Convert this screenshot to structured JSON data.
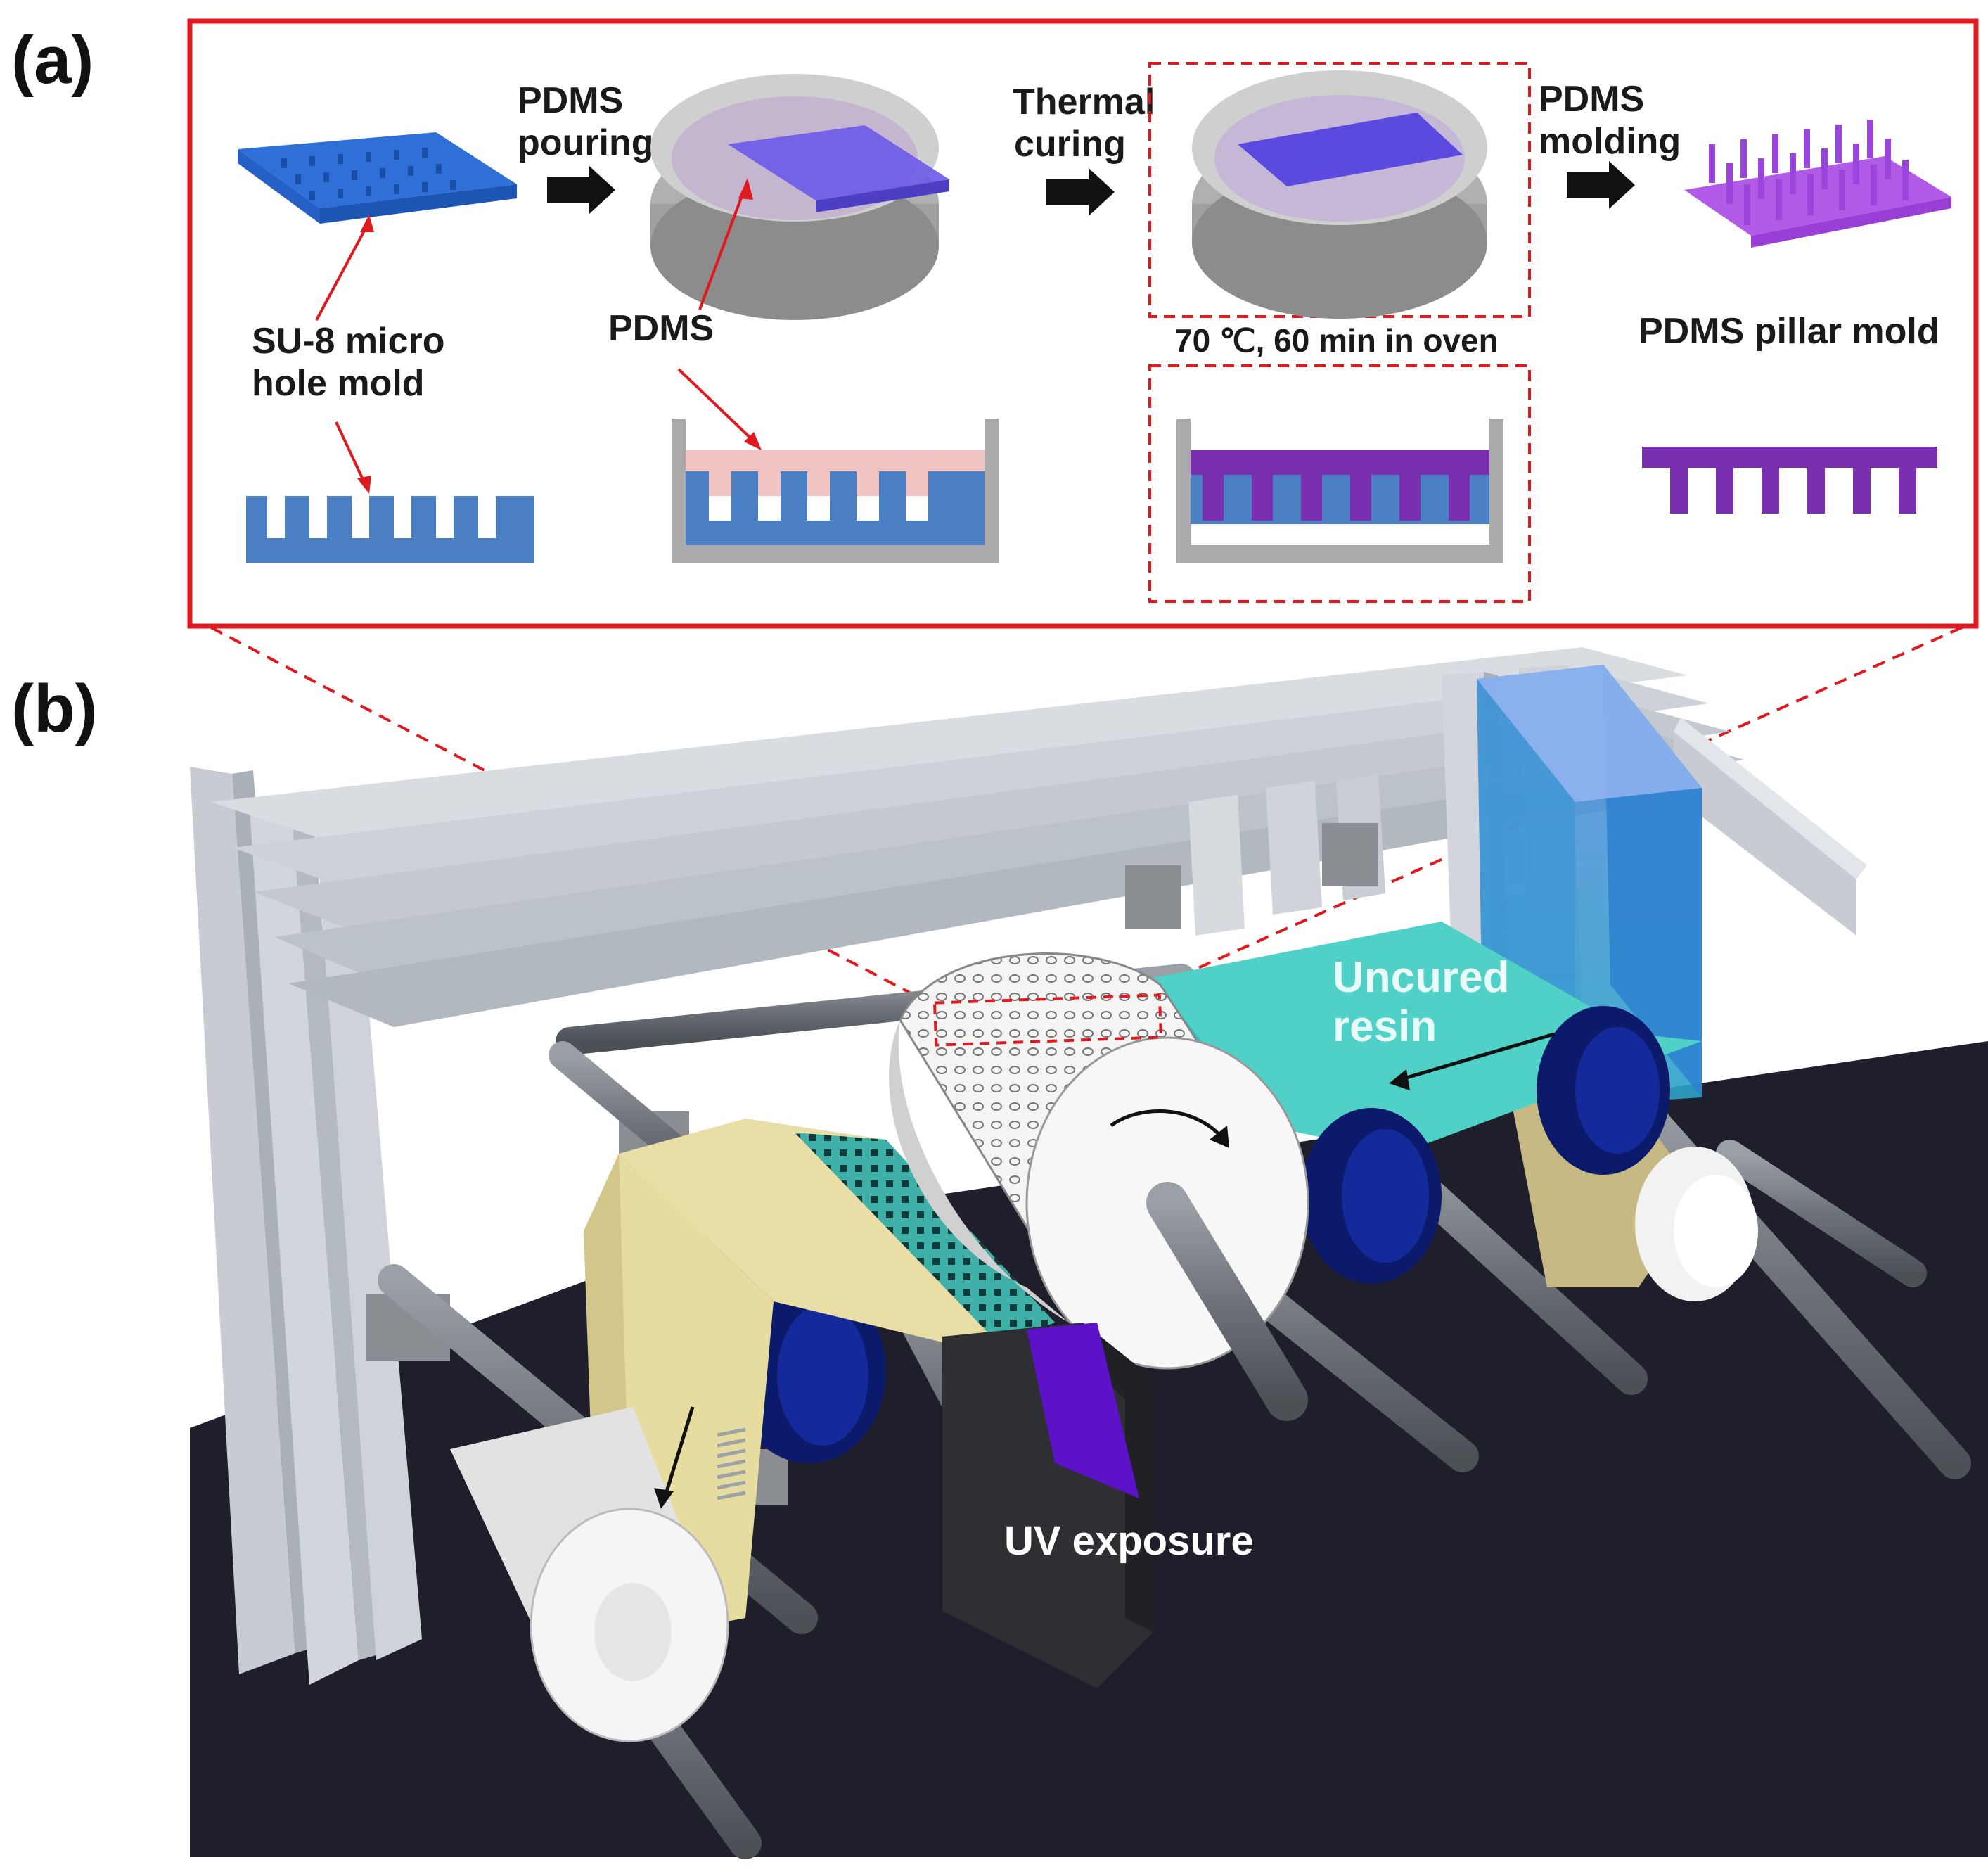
{
  "panels": {
    "a": {
      "label": "(a)",
      "steps": {
        "pour": [
          "PDMS",
          "pouring"
        ],
        "cure": [
          "Thermal",
          "curing"
        ],
        "mold": [
          "PDMS",
          "molding"
        ]
      },
      "labels": {
        "su8": [
          "SU-8 micro",
          "hole mold"
        ],
        "pdms": "PDMS",
        "oven": "70 ℃, 60 min in oven",
        "pillar": "PDMS pillar mold"
      }
    },
    "b": {
      "label": "(b)",
      "labels": {
        "resin": [
          "Uncured",
          "resin"
        ],
        "uv": "UV exposure"
      }
    }
  },
  "colors": {
    "frame_red": "#e0191e",
    "su8_blue": "#2f6fd8",
    "mold_blue": "#4a7fc4",
    "pdms_pink": "#f1c3c3",
    "pdms_purple": "#7a2fb0",
    "resin_teal": "#4fd1c8",
    "roller_navy": "#0c1a6b",
    "film_yellow": "#e6dca0",
    "floor": "#1e1f2b",
    "uv_violet": "#5b12c8"
  }
}
